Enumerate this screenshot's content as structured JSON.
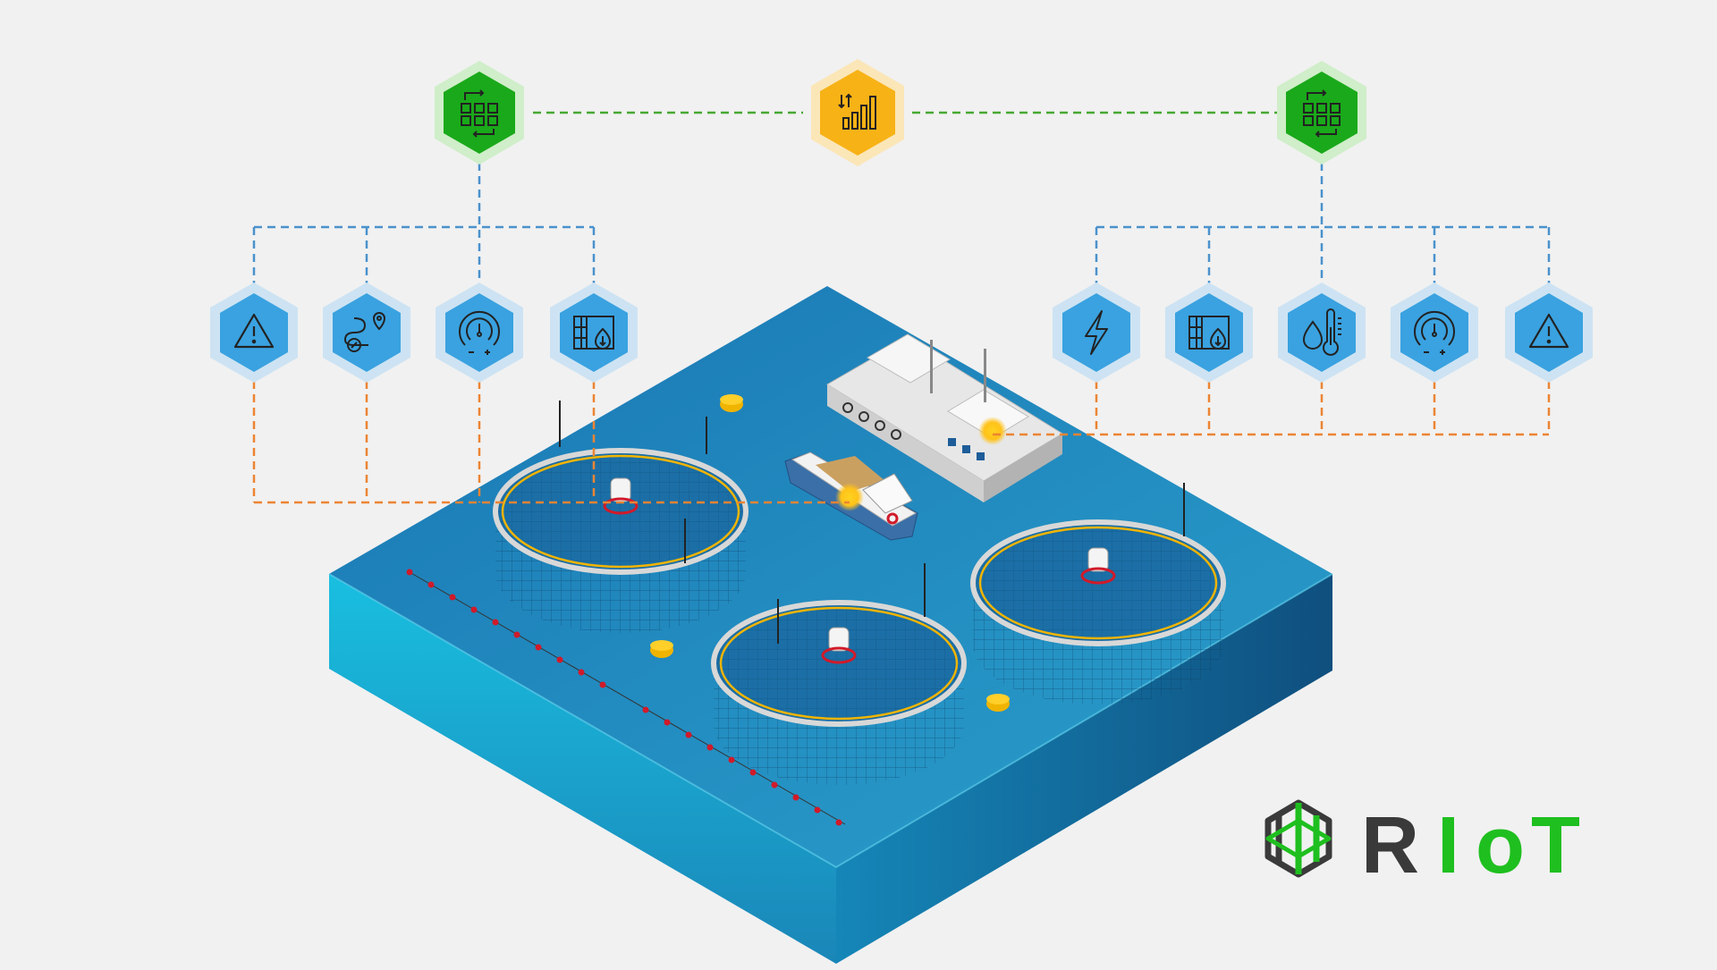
{
  "brand": {
    "logo_text": "RIoT",
    "logo_letters": [
      "R",
      "I",
      "o",
      "T"
    ],
    "colors": {
      "dark": "#3a3a3a",
      "green": "#1fbf1f"
    }
  },
  "colors": {
    "background": "#f1f1f1",
    "gateway_green": "#1aa91a",
    "cloud_yellow": "#f7b216",
    "sensor_blue": "#3aa2e0",
    "link_green": "#46a832",
    "link_blue": "#4a92cc",
    "link_orange": "#ec8433",
    "water_top": "#1e86c0",
    "water_side": "#17b0d6"
  },
  "diagram": {
    "cloud": {
      "icon": "analytics-chart-icon",
      "status": "active"
    },
    "gateways": [
      {
        "id": "gw-left",
        "icon": "workflow-flow-icon"
      },
      {
        "id": "gw-right",
        "icon": "workflow-flow-icon"
      }
    ],
    "sensors_left": [
      {
        "id": "sl-alert",
        "icon": "alert-warning-icon"
      },
      {
        "id": "sl-route",
        "icon": "gps-route-icon"
      },
      {
        "id": "sl-gauge",
        "icon": "pressure-gauge-icon"
      },
      {
        "id": "sl-level",
        "icon": "water-level-icon"
      }
    ],
    "sensors_right": [
      {
        "id": "sr-power",
        "icon": "power-lightning-icon"
      },
      {
        "id": "sr-level",
        "icon": "water-level-icon"
      },
      {
        "id": "sr-temp",
        "icon": "water-temperature-icon"
      },
      {
        "id": "sr-gauge",
        "icon": "pressure-gauge-icon"
      },
      {
        "id": "sr-alert",
        "icon": "alert-warning-icon"
      }
    ],
    "scene": {
      "fish_pens": 3,
      "vessels": [
        "feed-barge",
        "service-boat"
      ],
      "buoys": 3
    }
  }
}
